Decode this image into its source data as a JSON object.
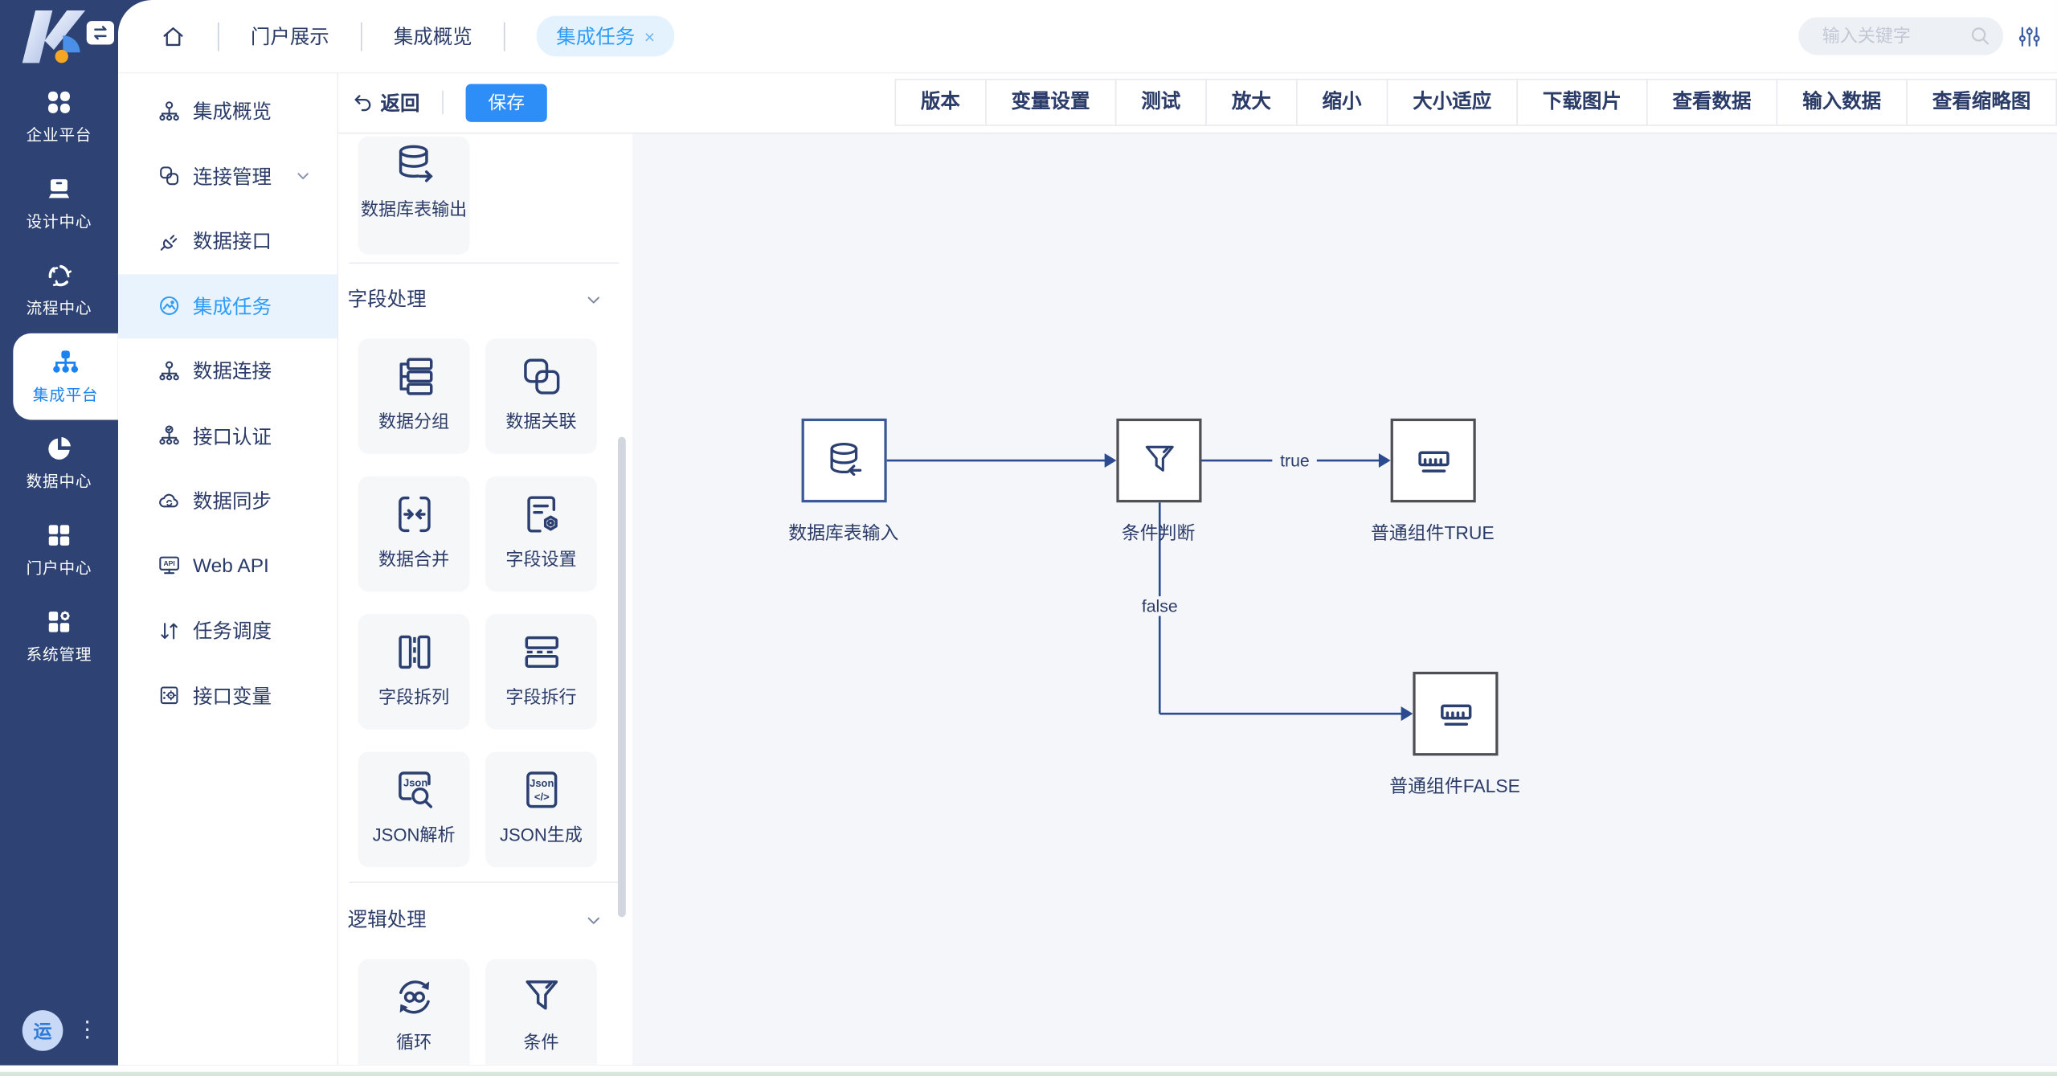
{
  "topbar": {
    "breadcrumbs": [
      {
        "label": "门户展示"
      },
      {
        "label": "集成概览"
      }
    ],
    "active_tab": {
      "label": "集成任务",
      "close_label": "×"
    },
    "search": {
      "placeholder": "输入关键字"
    }
  },
  "rail": {
    "items": [
      {
        "label": "企业平台"
      },
      {
        "label": "设计中心"
      },
      {
        "label": "流程中心"
      },
      {
        "label": "集成平台",
        "active": true
      },
      {
        "label": "数据中心"
      },
      {
        "label": "门户中心"
      },
      {
        "label": "系统管理"
      }
    ],
    "avatar_text": "运"
  },
  "sidebar": {
    "items": [
      {
        "label": "集成概览"
      },
      {
        "label": "连接管理",
        "has_chevron": true
      },
      {
        "label": "数据接口"
      },
      {
        "label": "集成任务",
        "active": true
      },
      {
        "label": "数据连接"
      },
      {
        "label": "接口认证"
      },
      {
        "label": "数据同步"
      },
      {
        "label": "Web API"
      },
      {
        "label": "任务调度"
      },
      {
        "label": "接口变量"
      }
    ]
  },
  "editor": {
    "back_label": "返回",
    "save_label": "保存",
    "toolbar": [
      {
        "label": "版本"
      },
      {
        "label": "变量设置"
      },
      {
        "label": "测试"
      },
      {
        "label": "放大"
      },
      {
        "label": "缩小"
      },
      {
        "label": "大小适应"
      },
      {
        "label": "下载图片"
      },
      {
        "label": "查看数据"
      },
      {
        "label": "输入数据"
      },
      {
        "label": "查看缩略图"
      }
    ]
  },
  "palette": {
    "scrolled_tile": {
      "label": "数据库表输出"
    },
    "sections": [
      {
        "title": "字段处理",
        "tiles": [
          {
            "label": "数据分组"
          },
          {
            "label": "数据关联"
          },
          {
            "label": "数据合并"
          },
          {
            "label": "字段设置"
          },
          {
            "label": "字段拆列"
          },
          {
            "label": "字段拆行"
          },
          {
            "label": "JSON解析"
          },
          {
            "label": "JSON生成"
          }
        ]
      },
      {
        "title": "逻辑处理",
        "tiles": [
          {
            "label": "循环"
          },
          {
            "label": "条件"
          }
        ]
      }
    ]
  },
  "canvas": {
    "nodes": [
      {
        "label": "数据库表输入"
      },
      {
        "label": "条件判断"
      },
      {
        "label": "普通组件TRUE"
      },
      {
        "label": "普通组件FALSE"
      }
    ],
    "edges": {
      "true_label": "true",
      "false_label": "false"
    }
  },
  "icon_texts": {
    "json_label": "Json",
    "api_label": "API",
    "code_glyph": "</>"
  },
  "colors": {
    "rail_bg": "#2e4373",
    "primary_blue": "#2e8ef7",
    "accent_blue": "#2e9bf6",
    "navy_text": "#2c3c68",
    "canvas_bg": "#f4f6fa",
    "edge": "#2b4a8f",
    "active_tab_bg": "#e4f2fe",
    "sidebar_active_bg": "#e9f3fe"
  }
}
